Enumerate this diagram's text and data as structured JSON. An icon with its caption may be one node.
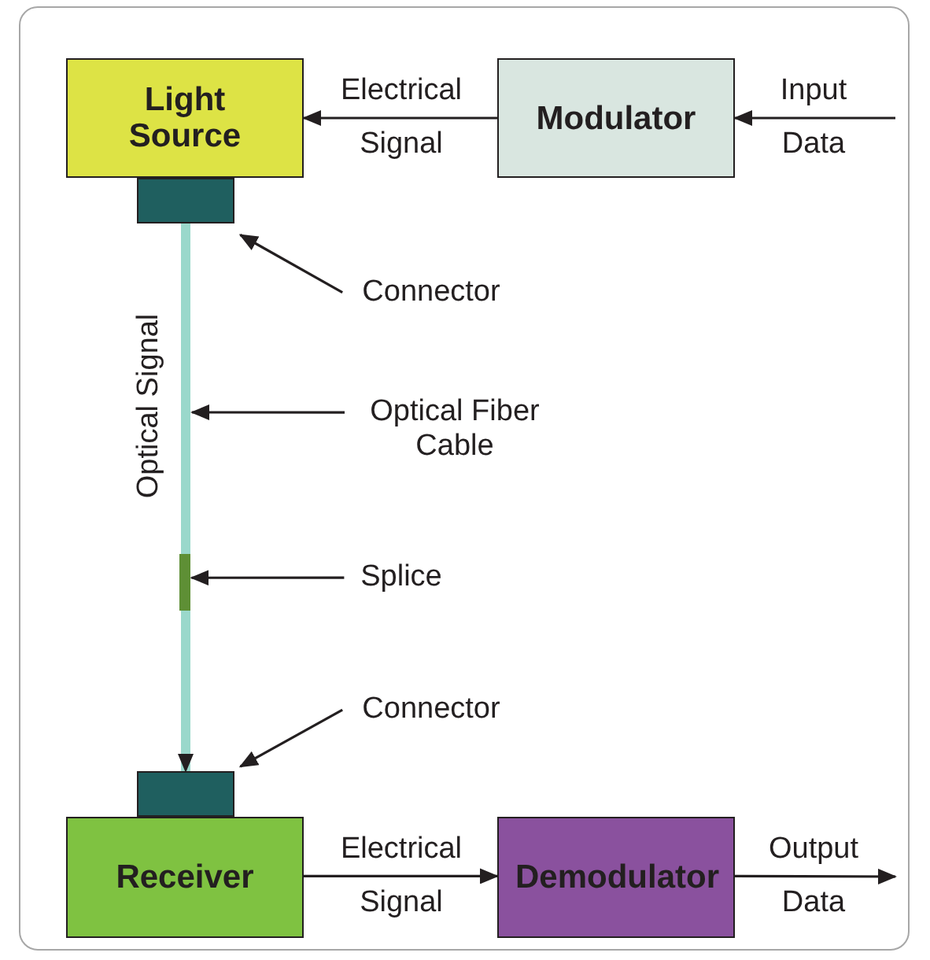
{
  "diagram": {
    "nodes": [
      {
        "text": [
          "Light Source"
        ]
      },
      {
        "text": [
          "Modulator"
        ]
      },
      {
        "text": [],
        "shape": "box"
      },
      {
        "text": [
          "Connector"
        ]
      },
      {
        "text": [
          "Optical Fiber Cable"
        ]
      },
      {
        "text": [
          "Splice"
        ]
      },
      {
        "text": [],
        "shape": "bar"
      },
      {
        "text": [
          "Connector"
        ]
      },
      {
        "text": [],
        "shape": "box"
      },
      {
        "text": [
          "Receiver"
        ]
      },
      {
        "text": [
          "Demodulator"
        ]
      }
    ],
    "edges": [
      {
        "from": 1,
        "to": 0,
        "arrow": "to",
        "label": "Electrical Signal"
      },
      {
        "from": null,
        "to": 1,
        "arrow": "to",
        "label": "Input Data"
      },
      {
        "from": 2,
        "to": 8,
        "arrow": "to",
        "label": "Optical Signal",
        "style": "thick",
        "color": "#9ad8cb"
      },
      {
        "from": 3,
        "to": 2,
        "arrow": "to"
      },
      {
        "from": 4,
        "to": null,
        "arrow": "to"
      },
      {
        "from": 5,
        "to": 6,
        "arrow": "to"
      },
      {
        "from": 7,
        "to": 8,
        "arrow": "to"
      },
      {
        "from": 9,
        "to": 10,
        "arrow": "to",
        "label": "Electrical Signal"
      },
      {
        "from": 10,
        "to": null,
        "arrow": "to",
        "label": "Output Data"
      }
    ]
  }
}
